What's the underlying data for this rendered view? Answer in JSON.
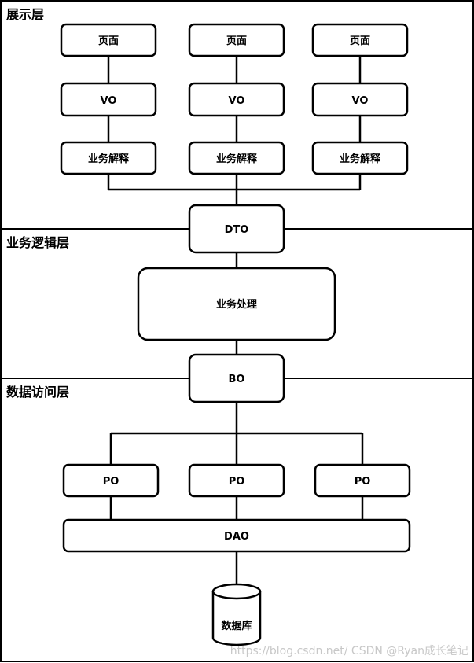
{
  "layers": {
    "presentation": "展示层",
    "business_logic": "业务逻辑层",
    "data_access": "数据访问层"
  },
  "presentation": {
    "page_label": "页面",
    "vo_label": "VO",
    "interpret_label": "业务解释"
  },
  "dto": "DTO",
  "business_process": "业务处理",
  "bo": "BO",
  "po_label": "PO",
  "dao": "DAO",
  "database": "数据库",
  "watermark": "https://blog.csdn.net/  CSDN @Ryan成长笔记"
}
